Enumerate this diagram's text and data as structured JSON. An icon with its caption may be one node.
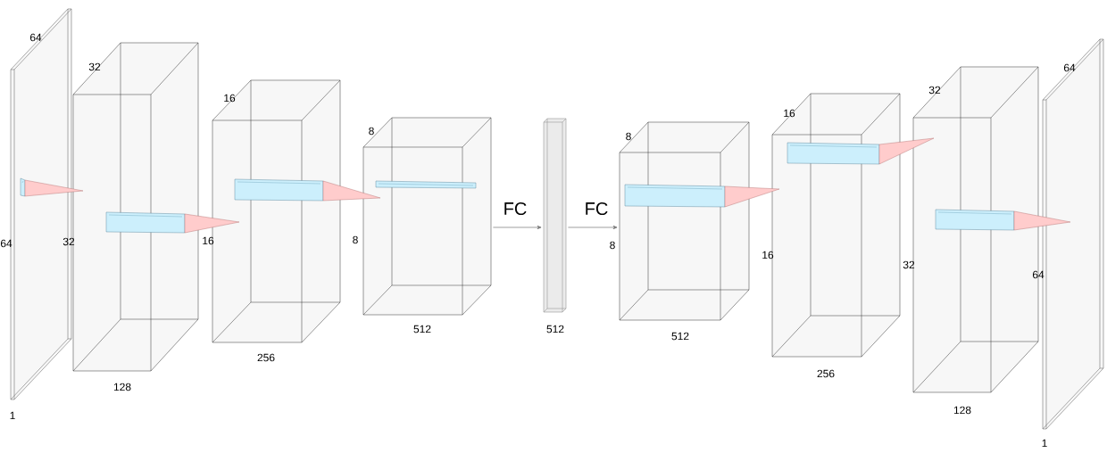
{
  "diagram": {
    "nodes": [
      {
        "text": [],
        "shape": "box",
        "beside": [
          "64",
          "64",
          "1"
        ]
      },
      {
        "text": [],
        "shape": "box",
        "beside": [
          "32",
          "32",
          "128"
        ]
      },
      {
        "text": [],
        "shape": "box",
        "beside": [
          "16",
          "16",
          "256"
        ]
      },
      {
        "text": [],
        "shape": "box",
        "beside": [
          "8",
          "8",
          "512"
        ]
      },
      {
        "text": [],
        "shape": "box",
        "beside": [
          "512"
        ]
      },
      {
        "text": [],
        "shape": "box",
        "beside": [
          "8",
          "8",
          "512"
        ]
      },
      {
        "text": [],
        "shape": "box",
        "beside": [
          "16",
          "16",
          "256"
        ]
      },
      {
        "text": [],
        "shape": "box",
        "beside": [
          "32",
          "32",
          "128"
        ]
      },
      {
        "text": [],
        "shape": "box",
        "beside": [
          "64",
          "64",
          "1"
        ]
      }
    ],
    "edges": [
      {
        "from": 3,
        "to": 4,
        "arrow": "to",
        "label": "FC"
      },
      {
        "from": 4,
        "to": 5,
        "arrow": "to",
        "label": "FC"
      }
    ]
  }
}
